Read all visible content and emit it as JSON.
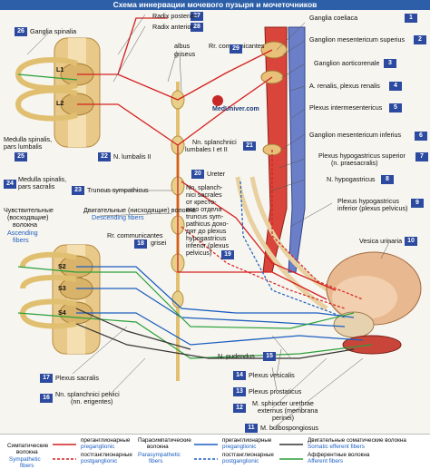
{
  "title": "Схема иннервации мочевого пузыря и мочеточников",
  "watermark": "MedUniver.com",
  "colors": {
    "sympathetic_pre": "#d42020",
    "parasympathetic": "#1c5fc0",
    "afferent": "#2aa03a",
    "badge": "#2b4aa0",
    "organ": "#e8b890"
  },
  "labels": {
    "ganglia_spinalia": "Ganglia spinalia",
    "radix_posterior": "Radix posterior",
    "radix_anterior": "Radix anterior",
    "albus": "albus",
    "griseus": "griseus",
    "rr_communicantes": "Rr. communicantes",
    "ganglia_coeliaca": "Ganglia coeliaca",
    "ganglion_mes_sup": "Ganglion mesentericum superius",
    "ganglion_aortico": "Ganglion aorticorenale",
    "a_renalis": "A. renalis, plexus renalis",
    "plexus_intermes": "Plexus intermesentericus",
    "ganglion_mes_inf": "Ganglion mesentericum inferius",
    "plexus_hypo_sup_1": "Plexus hypogastricus superior",
    "plexus_hypo_sup_2": "(n. praesacralis)",
    "n_hypogastricus": "N. hypogastricus",
    "plexus_hypo_inf_1": "Plexus hypogastricus",
    "plexus_hypo_inf_2": "inferior (plexus pelvicus)",
    "vesica": "Vesica urinaria",
    "ureter": "Ureter",
    "l1": "L1",
    "l2": "L2",
    "s2": "S2",
    "s3": "S3",
    "s4": "S4",
    "med_lumb_1": "Medulla spinalis,",
    "med_lumb_2": "pars lumbalis",
    "med_sacr_1": "Medulla spinalis,",
    "med_sacr_2": "pars sacralis",
    "n_lumbalis": "N. lumbalis II",
    "truncus_symp": "Truncus sympathicus",
    "sensory_ru_1": "Чувствительные",
    "sensory_ru_2": "(восходящие)",
    "sensory_ru_3": "волокна",
    "ascending_1": "Ascending",
    "ascending_2": "fibers",
    "motor_ru": "Двигательные (нисходящие) волокна",
    "descending": "Descending fibers",
    "rr_com_grisei_1": "Rr. communicantes",
    "rr_com_grisei_2": "grisei",
    "nn_splanch_lumb_1": "Nn. splanchnici",
    "nn_splanch_lumb_2": "lumbales I et II",
    "nn_splanch_sacr": [
      "Nn. splanch-",
      "nici sacrales",
      "от кресто-",
      "вого отдела",
      "truncus sym-",
      "pathicus дохо-",
      "дят до plexus",
      "hypogastricus",
      "inferior (plexus",
      "pelvicus)"
    ],
    "n_pudendus": "N. pudendus",
    "plexus_vesicalis": "Plexus vesicalis",
    "plexus_sacralis": "Plexus sacralis",
    "plexus_prostaticus": "Plexus prostaticus",
    "nn_splanch_pelv_1": "Nn. splanchnici pelvici",
    "nn_splanch_pelv_2": "(nn. erigentes)",
    "m_sphincter": [
      "M. sphincter urethrae",
      "externus (membrana",
      "perinei)"
    ],
    "m_bulbo": "M. bulbospongiosus"
  },
  "badges": {
    "b1": "1",
    "b2": "2",
    "b3": "3",
    "b4": "4",
    "b5": "5",
    "b6": "6",
    "b7": "7",
    "b8": "8",
    "b9": "9",
    "b10": "10",
    "b11": "11",
    "b12": "12",
    "b13": "13",
    "b14": "14",
    "b15": "15",
    "b16": "16",
    "b17": "17",
    "b18": "18",
    "b19": "19",
    "b20": "20",
    "b21": "21",
    "b22": "22",
    "b23": "23",
    "b24": "24",
    "b25": "25",
    "b26": "26",
    "b27": "27",
    "b28": "28",
    "b29": "29"
  },
  "legend": {
    "symp_ru_1": "Симпатические",
    "symp_ru_2": "волокна",
    "symp_en_1": "Sympathetic",
    "symp_en_2": "fibers",
    "pre_ru": "преганглионарные",
    "pre_en": "preganglionic",
    "post_ru": "постганглионарные",
    "post_en": "postganglionic",
    "para_ru_1": "Парасимпатические",
    "para_ru_2": "волокна",
    "para_en_1": "Parasympathetic",
    "para_en_2": "fibers",
    "para_pre_ru": "преганглионарные",
    "para_pre_en": "preganglionic",
    "para_post_ru": "постганглионарные",
    "para_post_en": "postganglionic",
    "somatic_ru": "Двигательные соматические волокна",
    "somatic_en": "Somatic efferent fibers",
    "aff_ru": "Афферентные волокна",
    "aff_en": "Afferent fibers"
  }
}
